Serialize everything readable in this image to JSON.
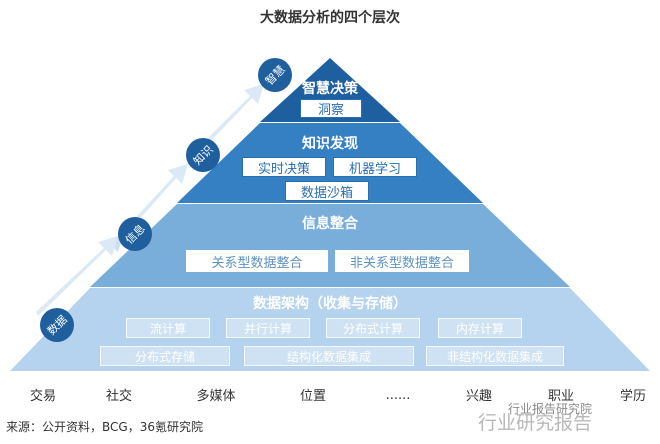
{
  "title": "大数据分析的四个层次",
  "tiers": [
    {
      "title": "智慧决策",
      "boxes": [
        "洞察"
      ]
    },
    {
      "title": "知识发现",
      "boxes": [
        "实时决策",
        "机器学习",
        "数据沙箱"
      ]
    },
    {
      "title": "信息整合",
      "boxes": [
        "关系型数据整合",
        "非关系型数据整合"
      ]
    },
    {
      "title": "数据架构（收集与存储）",
      "boxes": [
        "流计算",
        "并行计算",
        "分布式计算",
        "内存计算",
        "分布式存储",
        "结构化数据集成",
        "非结构化数据集成"
      ]
    }
  ],
  "ladder": [
    "数据",
    "信息",
    "知识",
    "智慧"
  ],
  "bottom_labels": [
    "交易",
    "社交",
    "多媒体",
    "位置",
    "......",
    "兴趣",
    "职业",
    "学历"
  ],
  "source": "来源：公开资料，BCG，36氪研究院",
  "watermark": {
    "main": "行业研究报告",
    "sub": "行业报告研究院"
  },
  "colors": {
    "tier1": "#1e5fa0",
    "tier2": "#3580c3",
    "tier3": "#79aedb",
    "tier4": "#b5d3ee",
    "circle": "#1f5f9e",
    "arrow": "#d6e7f6"
  }
}
